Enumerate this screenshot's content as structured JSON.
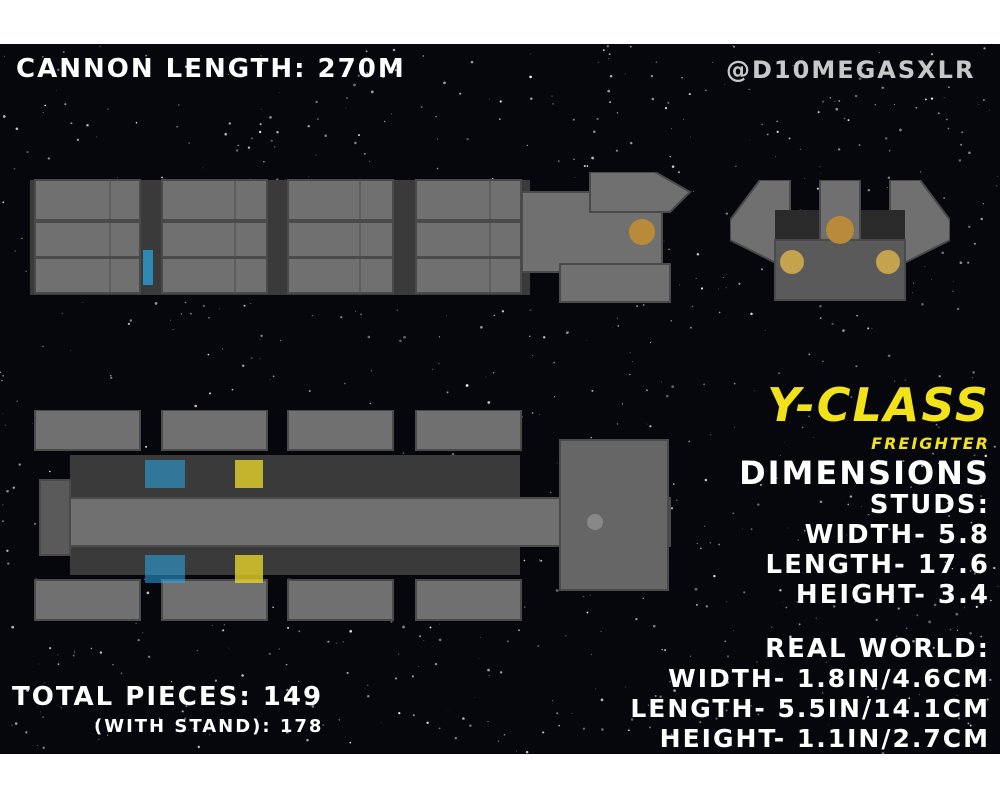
{
  "header": {
    "cannon_length": "Cannon Length: 270m",
    "handle": "@D10MegasXLR"
  },
  "title": {
    "name": "Y-Class",
    "subtitle": "Freighter"
  },
  "dimensions": {
    "heading": "Dimensions",
    "studs_label": "Studs:",
    "studs": {
      "width": "Width- 5.8",
      "length": "Length- 17.6",
      "height": "Height- 3.4"
    },
    "real_world_label": "Real World:",
    "real_world": {
      "width": "Width- 1.8in/4.6cm",
      "length": "Length- 5.5in/14.1cm",
      "height": "Height- 1.1in/2.7cm"
    }
  },
  "pieces": {
    "total": "Total Pieces: 149",
    "with_stand": "(with stand): 178"
  },
  "colors": {
    "background": "#05070d",
    "brick_grey": "#6f6f6f",
    "accent_yellow": "#f2e21a",
    "trans_blue": "#2aa9e8",
    "trans_orange": "#b88a3a"
  }
}
